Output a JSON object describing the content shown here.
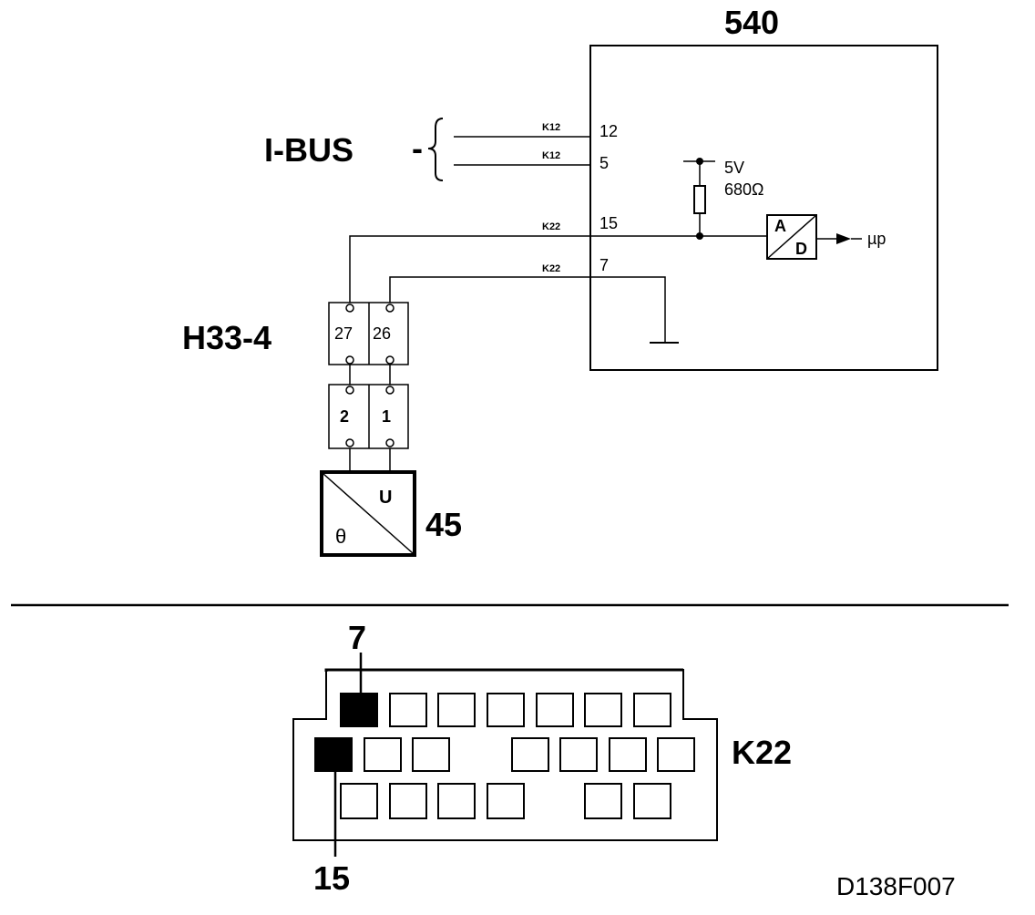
{
  "schematic": {
    "module_label": "540",
    "bus_label": "I-BUS",
    "bus_dash": "-",
    "pins": [
      {
        "connector": "K12",
        "pin": "12"
      },
      {
        "connector": "K12",
        "pin": "5"
      },
      {
        "connector": "K22",
        "pin": "15"
      },
      {
        "connector": "K22",
        "pin": "7"
      }
    ],
    "supply_voltage": "5V",
    "resistor_value": "680Ω",
    "adc_top": "A",
    "adc_bottom": "D",
    "processor_label": "µp",
    "connector_label": "H33-4",
    "connector_pins": [
      "27",
      "26"
    ],
    "sensor_pins": [
      "2",
      "1"
    ],
    "sensor_label": "45",
    "sensor_u": "U",
    "sensor_theta": "θ"
  },
  "connector_view": {
    "connector_name": "K22",
    "highlighted_pins": [
      "7",
      "15"
    ]
  },
  "footer": {
    "figure_code": "D138F007"
  }
}
